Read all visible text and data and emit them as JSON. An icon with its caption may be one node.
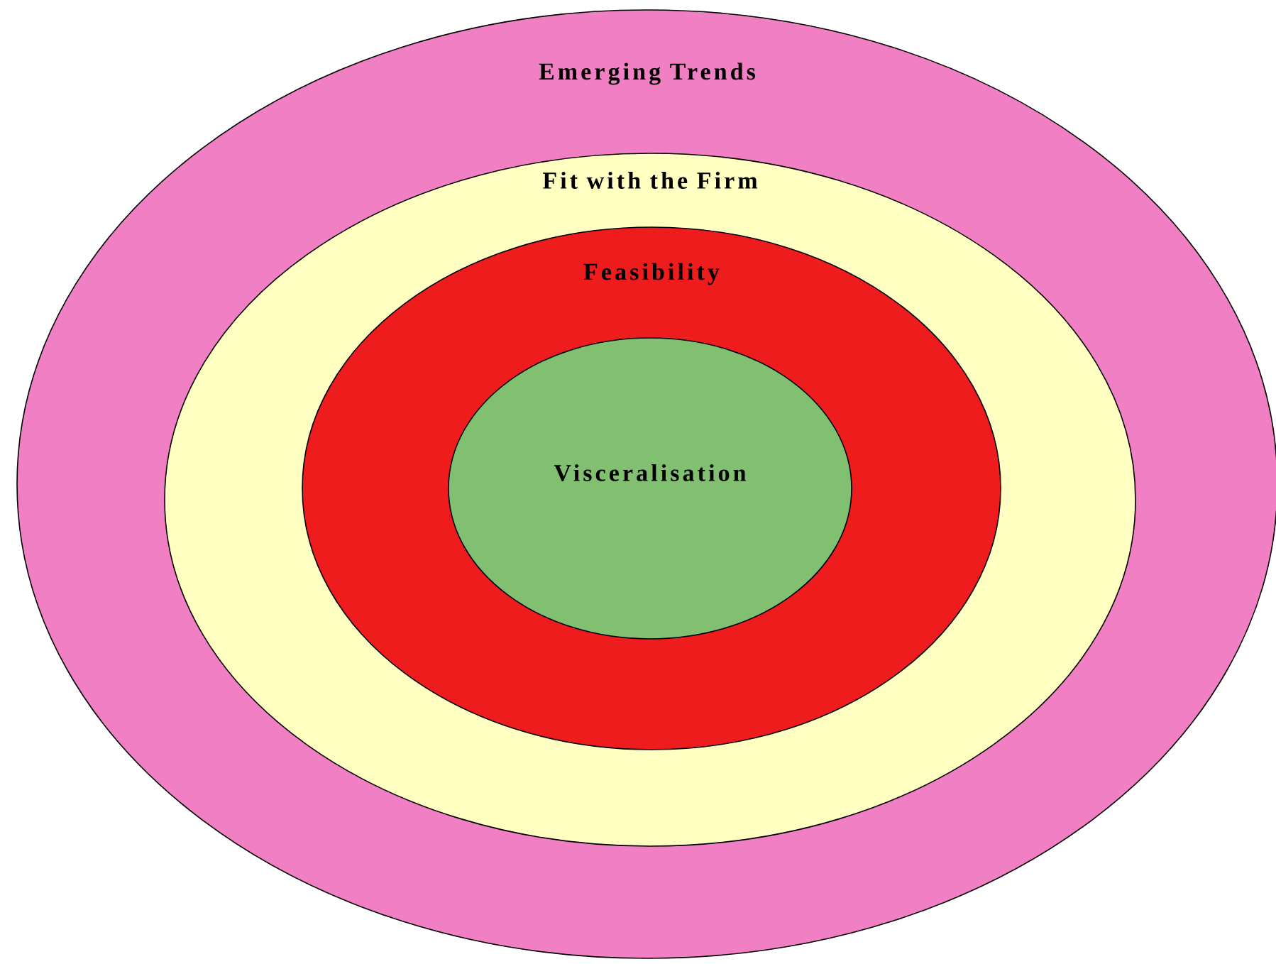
{
  "diagram": {
    "nodes": [
      {
        "text": [
          "Emerging Trends"
        ]
      },
      {
        "text": [
          "Fit with the Firm"
        ],
        "in": 0
      },
      {
        "text": [
          "Feasibility"
        ],
        "in": 1
      },
      {
        "text": [
          "Visceralisation"
        ],
        "in": 2
      }
    ]
  }
}
